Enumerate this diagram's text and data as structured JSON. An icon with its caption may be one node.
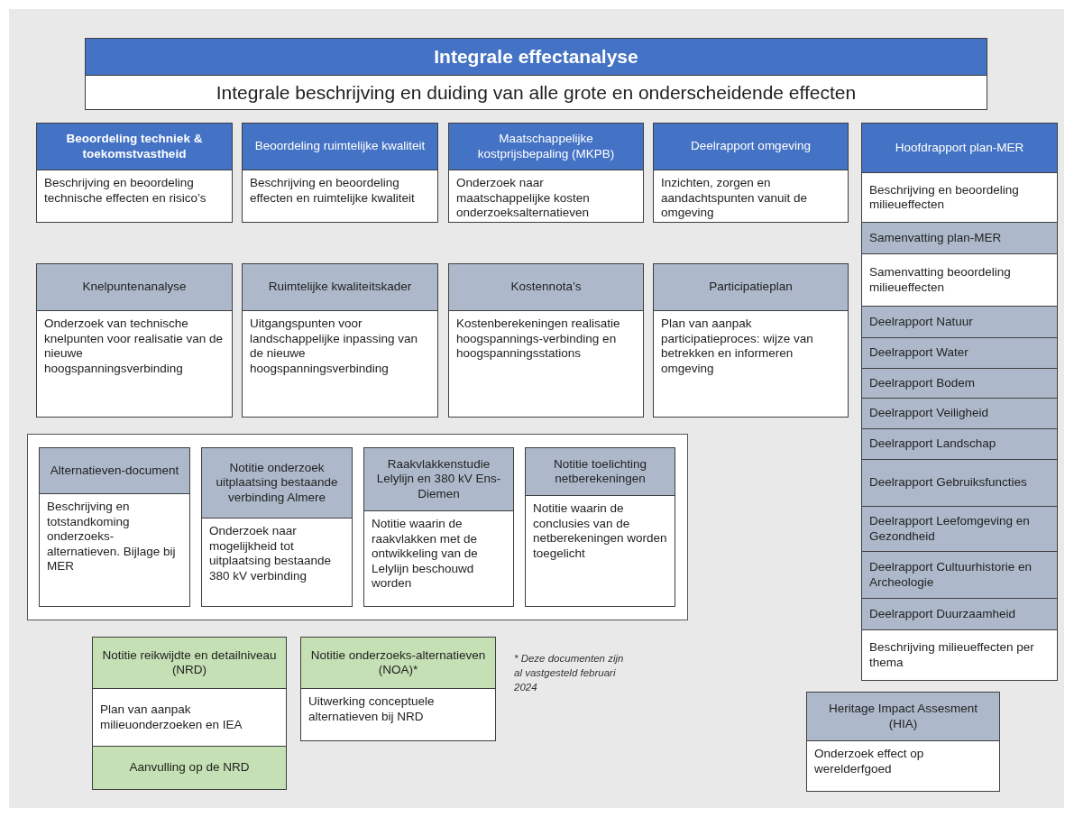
{
  "diagram": {
    "nodes": [
      {
        "text": [
          "Integrale effectanalyse",
          "Integrale beschrijving en duiding van alle grote en onderscheidende effecten"
        ]
      },
      {
        "text": [
          "Beoordeling techniek & toekomstvastheid",
          "Beschrijving en beoordeling technische effecten en risico’s"
        ]
      },
      {
        "text": [
          "Beoordeling ruimtelijke kwaliteit",
          "Beschrijving en beoordeling effecten en ruimtelijke kwaliteit"
        ]
      },
      {
        "text": [
          "Maatschappelijke kostprijsbepaling (MKPB)",
          "Onderzoek naar maatschappelijke kosten onderzoeksalternatieven"
        ]
      },
      {
        "text": [
          "Deelrapport omgeving",
          "Inzichten, zorgen en aandachtspunten vanuit de omgeving"
        ]
      },
      {
        "text": [
          "Hoofdrapport plan-MER",
          "Beschrijving en beoordeling milieueffecten",
          "Samenvatting plan-MER",
          "Samenvatting beoordeling milieueffecten",
          "Deelrapport Natuur",
          "Deelrapport Water",
          "Deelrapport Bodem",
          "Deelrapport Veiligheid",
          "Deelrapport Landschap",
          "Deelrapport Gebruiksfuncties",
          "Deelrapport Leefomgeving en Gezondheid",
          "Deelrapport Cultuurhistorie en Archeologie",
          "Deelrapport Duurzaamheid",
          "Beschrijving milieueffecten per thema"
        ]
      },
      {
        "text": [
          "Knelpuntenanalyse",
          "Onderzoek van technische knelpunten voor realisatie van de nieuwe hoogspanningsverbinding"
        ]
      },
      {
        "text": [
          "Ruimtelijke kwaliteitskader",
          "Uitgangspunten voor landschappelijke inpassing van de nieuwe hoogspanningsverbinding"
        ]
      },
      {
        "text": [
          "Kostennota’s",
          "Kostenberekeningen realisatie hoogspannings-verbinding en hoogspanningsstations"
        ]
      },
      {
        "text": [
          "Participatieplan",
          "Plan van aanpak participatieproces: wijze van betrekken en informeren omgeving"
        ]
      },
      {
        "text": [],
        "shape": "box"
      },
      {
        "text": [
          "Alternatieven-document",
          "Beschrijving en totstandkoming onderzoeks-alternatieven. Bijlage bij MER"
        ],
        "in": 10
      },
      {
        "text": [
          "Notitie onderzoek uitplaatsing bestaande verbinding Almere",
          "Onderzoek naar mogelijkheid tot uitplaatsing bestaande 380 kV verbinding"
        ],
        "in": 10
      },
      {
        "text": [
          "Raakvlakkenstudie Lelylijn en 380 kV Ens-Diemen",
          "Notitie waarin de raakvlakken met de ontwikkeling van de Lelylijn beschouwd worden"
        ],
        "in": 10
      },
      {
        "text": [
          "Notitie toelichting netberekeningen",
          "Notitie waarin de conclusies van de netberekeningen worden toegelicht"
        ],
        "in": 10
      },
      {
        "text": [
          "Notitie reikwijdte en detailniveau (NRD)",
          "Plan van aanpak milieuonderzoeken en IEA",
          "Aanvulling op de NRD"
        ]
      },
      {
        "text": [
          "Notitie onderzoeks-alternatieven (NOA)*",
          "Uitwerking conceptuele alternatieven bij NRD"
        ]
      },
      {
        "text": [
          "Heritage Impact Assesment (HIA)",
          "Onderzoek effect op werelderfgoed"
        ]
      }
    ],
    "labels": [
      "* Deze documenten zijn al vastgesteld februari 2024"
    ]
  }
}
